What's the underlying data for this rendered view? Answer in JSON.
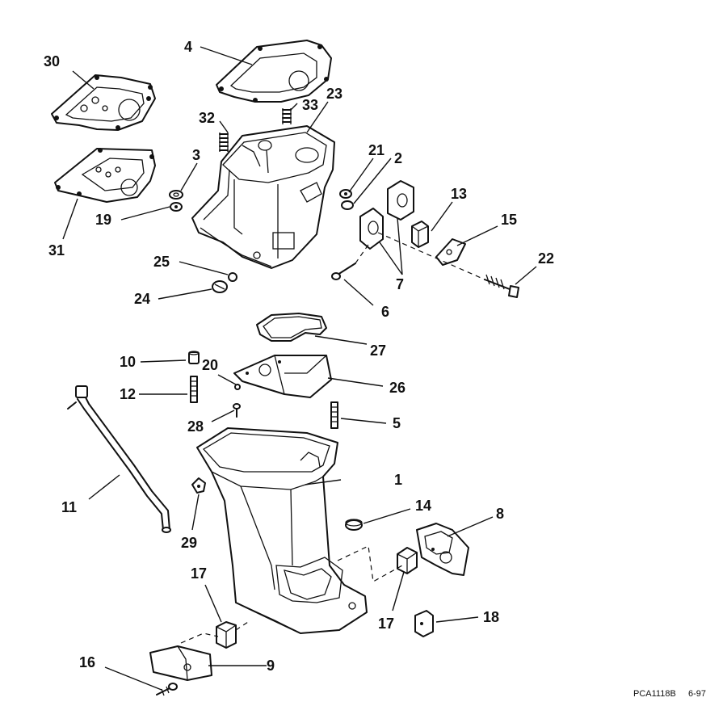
{
  "callouts": [
    {
      "id": "c1",
      "label": "1"
    },
    {
      "id": "c2",
      "label": "2"
    },
    {
      "id": "c3",
      "label": "3"
    },
    {
      "id": "c4",
      "label": "4"
    },
    {
      "id": "c5",
      "label": "5"
    },
    {
      "id": "c6",
      "label": "6"
    },
    {
      "id": "c7",
      "label": "7"
    },
    {
      "id": "c8",
      "label": "8"
    },
    {
      "id": "c9",
      "label": "9"
    },
    {
      "id": "c10",
      "label": "10"
    },
    {
      "id": "c11",
      "label": "11"
    },
    {
      "id": "c12",
      "label": "12"
    },
    {
      "id": "c13",
      "label": "13"
    },
    {
      "id": "c14",
      "label": "14"
    },
    {
      "id": "c15",
      "label": "15"
    },
    {
      "id": "c16",
      "label": "16"
    },
    {
      "id": "c17a",
      "label": "17"
    },
    {
      "id": "c17b",
      "label": "17"
    },
    {
      "id": "c18",
      "label": "18"
    },
    {
      "id": "c19",
      "label": "19"
    },
    {
      "id": "c20",
      "label": "20"
    },
    {
      "id": "c21",
      "label": "21"
    },
    {
      "id": "c22",
      "label": "22"
    },
    {
      "id": "c23",
      "label": "23"
    },
    {
      "id": "c24",
      "label": "24"
    },
    {
      "id": "c25",
      "label": "25"
    },
    {
      "id": "c26",
      "label": "26"
    },
    {
      "id": "c27",
      "label": "27"
    },
    {
      "id": "c28",
      "label": "28"
    },
    {
      "id": "c29",
      "label": "29"
    },
    {
      "id": "c30",
      "label": "30"
    },
    {
      "id": "c31",
      "label": "31"
    },
    {
      "id": "c32",
      "label": "32"
    },
    {
      "id": "c33",
      "label": "33"
    }
  ],
  "footer": {
    "code": "PCA1118B",
    "date": "6-97"
  }
}
